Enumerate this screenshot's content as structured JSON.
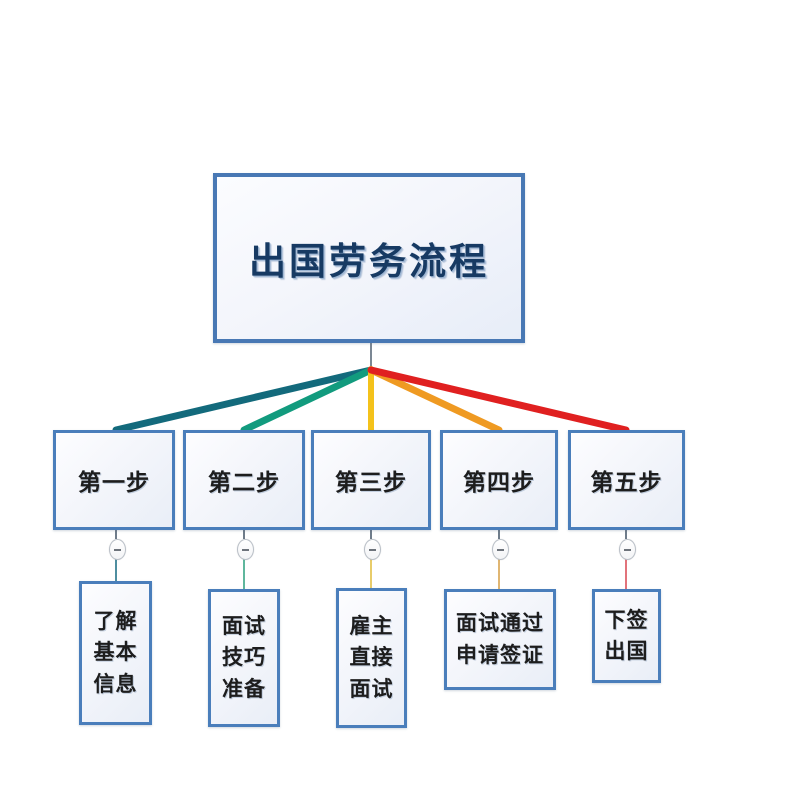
{
  "diagram": {
    "title": "出国劳务流程",
    "type": "mind-map",
    "background_color": "#ffffff",
    "box_border_color": "#4a7ebb",
    "box_fill_color": "#f1f4fa",
    "root": {
      "label": "出国劳务流程",
      "text_color": "#173a63"
    },
    "steps": [
      {
        "id": "step-1",
        "label": "第一步",
        "branch_color": "#136a7c",
        "stem_color": "#4e8ea0",
        "toggle": "minus",
        "leaf": {
          "id": "leaf-1",
          "label": "了解\n基本\n信息",
          "lines": [
            "了解",
            "基本",
            "信息"
          ]
        }
      },
      {
        "id": "step-2",
        "label": "第二步",
        "branch_color": "#129b7e",
        "stem_color": "#5fb79d",
        "toggle": "minus",
        "leaf": {
          "id": "leaf-2",
          "label": "面试\n技巧\n准备",
          "lines": [
            "面试",
            "技巧",
            "准备"
          ]
        }
      },
      {
        "id": "step-3",
        "label": "第三步",
        "branch_color": "#f4c21b",
        "stem_color": "#e8cc6a",
        "toggle": "minus",
        "leaf": {
          "id": "leaf-3",
          "label": "雇主\n直接\n面试",
          "lines": [
            "雇主",
            "直接",
            "面试"
          ]
        }
      },
      {
        "id": "step-4",
        "label": "第四步",
        "branch_color": "#ef9a22",
        "stem_color": "#e0b672",
        "toggle": "minus",
        "leaf": {
          "id": "leaf-4",
          "label": "面试通过\n申请签证",
          "lines": [
            "面试通过",
            "申请签证"
          ]
        }
      },
      {
        "id": "step-5",
        "label": "第五步",
        "branch_color": "#e02020",
        "stem_color": "#e2737b",
        "toggle": "minus",
        "leaf": {
          "id": "leaf-5",
          "label": "下签\n出国",
          "lines": [
            "下签",
            "出国"
          ]
        }
      }
    ]
  }
}
